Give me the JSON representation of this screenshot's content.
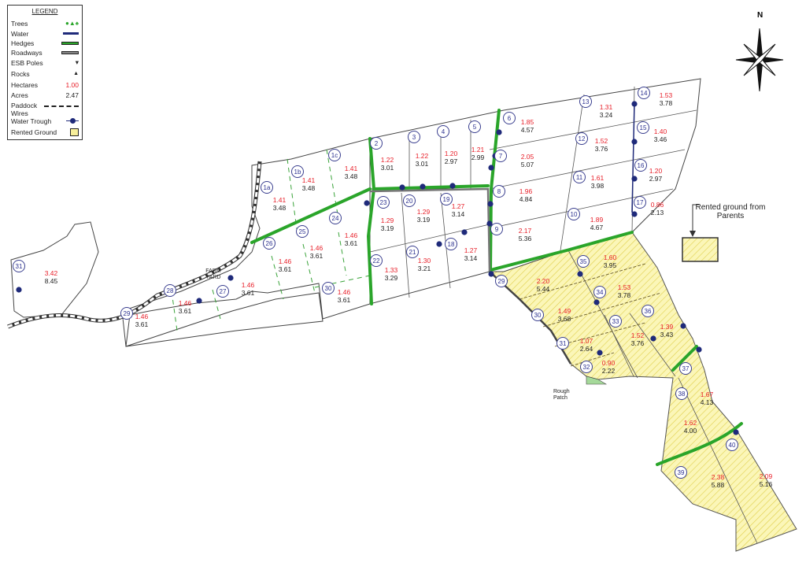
{
  "legend": {
    "title": "LEGEND",
    "items": [
      {
        "label": "Trees",
        "icon": "tree-icons"
      },
      {
        "label": "Water",
        "icon": "water-line"
      },
      {
        "label": "Hedges",
        "icon": "hedge-line"
      },
      {
        "label": "Roadways",
        "icon": "roadway-line"
      },
      {
        "label": "ESB Poles",
        "icon": "esb-pole-icon"
      },
      {
        "label": "Rocks",
        "icon": "rock-icon"
      },
      {
        "label": "Hectares",
        "value": "1.00"
      },
      {
        "label": "Acres",
        "value": "2.47"
      },
      {
        "label": "Paddock Wires",
        "icon": "dashed-line"
      },
      {
        "label": "Water Trough",
        "icon": "trough-icon"
      },
      {
        "label": "Rented Ground",
        "icon": "rented-swatch"
      }
    ]
  },
  "north_label": "N",
  "rented_note": "Rented ground from Parents",
  "farm_yard_label": "FARM YARD",
  "rough_patch_label": "Rough Patch",
  "colors": {
    "hectares": "#e8202a",
    "acres": "#222222",
    "water": "#1f2a7a",
    "hedge": "#2aa52a",
    "rented": "#fbf6b8",
    "hatch": "#e0cf4a"
  },
  "paddocks": [
    {
      "id": "31",
      "ha": "3.42",
      "ac": "8.45"
    },
    {
      "id": "29",
      "ha": "1.46",
      "ac": "3.61"
    },
    {
      "id": "28",
      "ha": "1.46",
      "ac": "3.61"
    },
    {
      "id": "27",
      "ha": "1.46",
      "ac": "3.61"
    },
    {
      "id": "26",
      "ha": "1.46",
      "ac": "3.61"
    },
    {
      "id": "25",
      "ha": "1.46",
      "ac": "3.61"
    },
    {
      "id": "24",
      "ha": "1.46",
      "ac": "3.61"
    },
    {
      "id": "30",
      "ha": "1.46",
      "ac": "3.61"
    },
    {
      "id": "1a",
      "ha": "1.41",
      "ac": "3.48"
    },
    {
      "id": "1b",
      "ha": "1.41",
      "ac": "3.48"
    },
    {
      "id": "1c",
      "ha": "1.41",
      "ac": "3.48"
    },
    {
      "id": "2",
      "ha": "1.22",
      "ac": "3.01"
    },
    {
      "id": "3",
      "ha": "1.22",
      "ac": "3.01"
    },
    {
      "id": "4",
      "ha": "1.20",
      "ac": "2.97"
    },
    {
      "id": "5",
      "ha": "1.21",
      "ac": "2.99"
    },
    {
      "id": "6",
      "ha": "1.85",
      "ac": "4.57"
    },
    {
      "id": "7",
      "ha": "2.05",
      "ac": "5.07"
    },
    {
      "id": "8",
      "ha": "1.96",
      "ac": "4.84"
    },
    {
      "id": "9",
      "ha": "2.17",
      "ac": "5.36"
    },
    {
      "id": "10",
      "ha": "1.89",
      "ac": "4.67"
    },
    {
      "id": "11",
      "ha": "1.61",
      "ac": "3.98"
    },
    {
      "id": "12",
      "ha": "1.52",
      "ac": "3.76"
    },
    {
      "id": "13",
      "ha": "1.31",
      "ac": "3.24"
    },
    {
      "id": "14",
      "ha": "1.53",
      "ac": "3.78"
    },
    {
      "id": "15",
      "ha": "1.40",
      "ac": "3.46"
    },
    {
      "id": "16",
      "ha": "1.20",
      "ac": "2.97"
    },
    {
      "id": "17",
      "ha": "0.86",
      "ac": "2.13"
    },
    {
      "id": "23",
      "ha": "1.29",
      "ac": "3.19"
    },
    {
      "id": "20",
      "ha": "1.29",
      "ac": "3.19"
    },
    {
      "id": "19",
      "ha": "1.27",
      "ac": "3.14"
    },
    {
      "id": "18",
      "ha": "1.27",
      "ac": "3.14"
    },
    {
      "id": "21",
      "ha": "1.30",
      "ac": "3.21"
    },
    {
      "id": "22",
      "ha": "1.33",
      "ac": "3.29"
    },
    {
      "id": "29",
      "ha": "2.20",
      "ac": "5.44"
    },
    {
      "id": "35",
      "ha": "1.60",
      "ac": "3.95"
    },
    {
      "id": "34",
      "ha": "1.53",
      "ac": "3.78"
    },
    {
      "id": "30",
      "ha": "1.49",
      "ac": "3.68"
    },
    {
      "id": "33",
      "ha": "1.52",
      "ac": "3.76"
    },
    {
      "id": "36",
      "ha": "1.39",
      "ac": "3.43"
    },
    {
      "id": "31",
      "ha": "1.07",
      "ac": "2.64"
    },
    {
      "id": "32",
      "ha": "0.90",
      "ac": "2.22"
    },
    {
      "id": "37",
      "ha": "1.67",
      "ac": "4.13"
    },
    {
      "id": "38",
      "ha": "1.62",
      "ac": "4.00"
    },
    {
      "id": "39",
      "ha": "2.38",
      "ac": "5.88"
    },
    {
      "id": "40",
      "ha": "2.09",
      "ac": "5.16"
    }
  ]
}
